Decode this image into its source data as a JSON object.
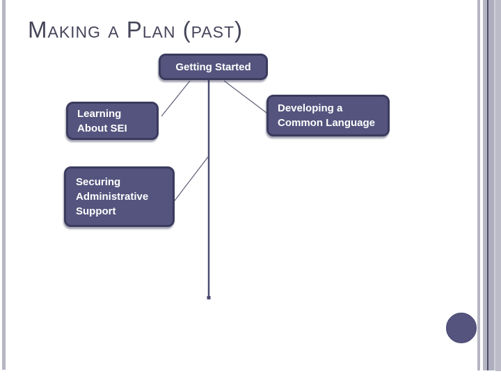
{
  "slide": {
    "title": "MAKING A PLAN (PAST)",
    "title_display": "Making a Plan (past)"
  },
  "diagram": {
    "nodes": [
      {
        "id": "getting-started",
        "label": "Getting Started"
      },
      {
        "id": "learning-about-sei",
        "label": "Learning\nAbout SEI"
      },
      {
        "id": "developing-common-language",
        "label": "Developing a\nCommon Language"
      },
      {
        "id": "securing-admin-support",
        "label": "Securing\nAdministrative\nSupport"
      }
    ]
  },
  "colors": {
    "node_fill": "#54547e",
    "node_border": "#3b3b5e",
    "node_text": "#ffffff",
    "connector_thick": "#4b4b72",
    "connector_thin": "#5c5c75",
    "title_text": "#45455a",
    "stripe_light": "#b5b5c3",
    "stripe_mid": "#aeaec0",
    "stripe_dark_line": "#4c4c6a",
    "stripe_edge": "#bcbcc8",
    "accent_circle": "#54547e",
    "background": "#ffffff"
  }
}
